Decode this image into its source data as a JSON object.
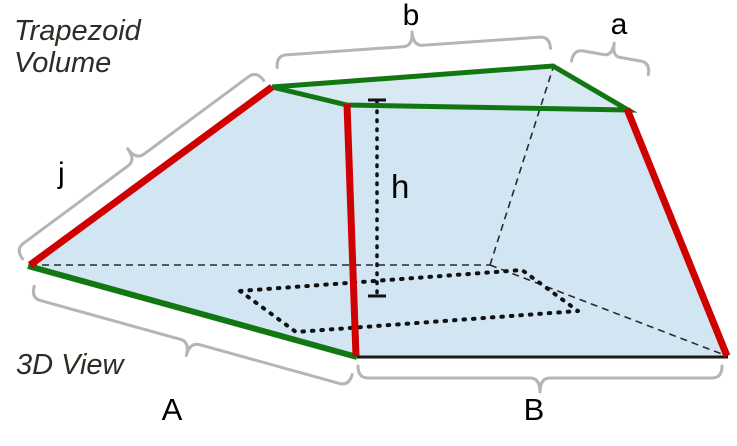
{
  "title": {
    "line1": "Trapezoid",
    "line2": "Volume"
  },
  "view_label": "3D View",
  "labels": {
    "top_width": "b",
    "top_depth": "a",
    "slant_edge": "j",
    "height": "h",
    "bottom_depth": "A",
    "bottom_width": "B"
  },
  "colors": {
    "face_fill": "#d2e5f2",
    "edge_green": "#127712",
    "edge_red": "#cf0000",
    "hidden_line": "#2a2a2a",
    "dotted_line": "#111111",
    "brace_gray": "#b5b5b5",
    "text": "#000000",
    "title_text": "#2f2c26"
  }
}
